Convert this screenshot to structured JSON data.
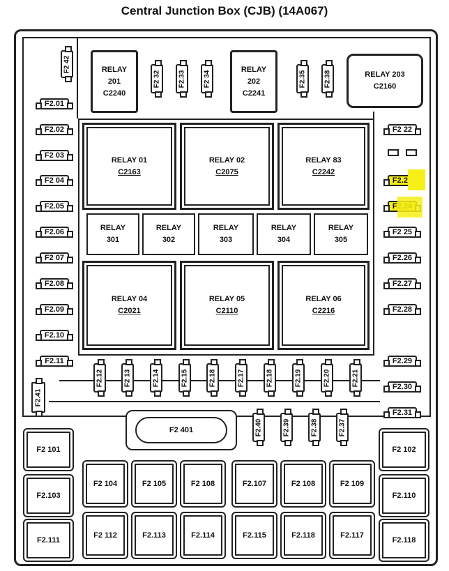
{
  "title": "Central Junction Box (CJB) (14A067)",
  "relays_top": [
    {
      "name": "RELAY",
      "num": "201",
      "conn": "C2240"
    },
    {
      "name": "RELAY",
      "num": "202",
      "conn": "C2241"
    },
    {
      "name": "RELAY 203",
      "conn": "C2160"
    }
  ],
  "relays_large": [
    {
      "name": "RELAY 01",
      "conn": "C2163"
    },
    {
      "name": "RELAY 02",
      "conn": "C2075"
    },
    {
      "name": "RELAY 83",
      "conn": "C2242"
    },
    {
      "name": "RELAY 04",
      "conn": "C2021"
    },
    {
      "name": "RELAY 05",
      "conn": "C2110"
    },
    {
      "name": "RELAY 06",
      "conn": "C2216"
    }
  ],
  "relays_small": [
    {
      "name": "RELAY",
      "num": "301"
    },
    {
      "name": "RELAY",
      "num": "302"
    },
    {
      "name": "RELAY",
      "num": "303"
    },
    {
      "name": "RELAY",
      "num": "304"
    },
    {
      "name": "RELAY",
      "num": "305"
    }
  ],
  "fuses_left": [
    "F2.01",
    "F2.02",
    "F2 03",
    "F2 04",
    "F2.05",
    "F2.06",
    "F2 07",
    "F2.08",
    "F2.09",
    "F2.10",
    "F2.11"
  ],
  "fuses_right": [
    "F2 22",
    "F2.23",
    "F2.24",
    "F2 25",
    "F2.26",
    "F2.27",
    "F2.28",
    "F2.29",
    "F2.30",
    "F2.31"
  ],
  "fuses_top_vertical": [
    "F2 42",
    "F2 32",
    "F2.33",
    "F2 34",
    "F2.35",
    "F2.38"
  ],
  "fuses_mid_vertical": [
    "F2.12",
    "F2 13",
    "F2.14",
    "F2.15",
    "F2.18",
    "F2.17",
    "F2.18",
    "F2.19",
    "F2.20",
    "F2.21"
  ],
  "fuses_lower_vertical": [
    "F2.41",
    "F2.40",
    "F2.39",
    "F2.38",
    "F2.37"
  ],
  "capsule_fuse": "F2 401",
  "maxi_fuses": [
    "F2 101",
    "F2 102",
    "F2.103",
    "F2 104",
    "F2 105",
    "F2 108",
    "F2.107",
    "F2 108",
    "F2 109",
    "F2.110",
    "F2.111",
    "F2 112",
    "F2.113",
    "F2.114",
    "F2.115",
    "F2.118",
    "F2.117",
    "F2.118"
  ],
  "highlight_color": "#f6ef18"
}
